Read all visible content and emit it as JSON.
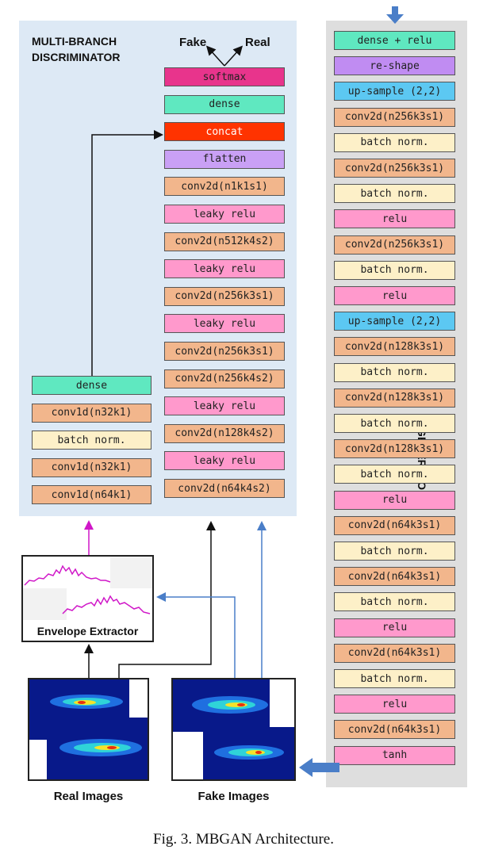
{
  "discriminator": {
    "title": "MULTI-BRANCH\nDISCRIMINATOR",
    "outputs": {
      "fake": "Fake",
      "real": "Real"
    },
    "main_branch": [
      "softmax",
      "dense",
      "concat",
      "flatten",
      "conv2d(n1k1s1)",
      "leaky relu",
      "conv2d(n512k4s2)",
      "leaky relu",
      "conv2d(n256k3s1)",
      "leaky relu",
      "conv2d(n256k3s1)",
      "conv2d(n256k4s2)",
      "leaky relu",
      "conv2d(n128k4s2)",
      "leaky relu",
      "conv2d(n64k4s2)"
    ],
    "side_branch": [
      "dense",
      "conv1d(n32k1)",
      "batch norm.",
      "conv1d(n32k1)",
      "conv1d(n64k1)"
    ]
  },
  "generator": {
    "title": "GENERATOR",
    "layers": [
      "dense + relu",
      "re-shape",
      "up-sample (2,2)",
      "conv2d(n256k3s1)",
      "batch norm.",
      "conv2d(n256k3s1)",
      "batch norm.",
      "relu",
      "conv2d(n256k3s1)",
      "batch norm.",
      "relu",
      "up-sample (2,2)",
      "conv2d(n128k3s1)",
      "batch norm.",
      "conv2d(n128k3s1)",
      "batch norm.",
      "conv2d(n128k3s1)",
      "batch norm.",
      "relu",
      "conv2d(n64k3s1)",
      "batch norm.",
      "conv2d(n64k3s1)",
      "batch norm.",
      "relu",
      "conv2d(n64k3s1)",
      "batch norm.",
      "relu",
      "conv2d(n64k3s1)",
      "tanh"
    ]
  },
  "envelope_extractor": {
    "label": "Envelope Extractor"
  },
  "images": {
    "real_label": "Real Images",
    "fake_label": "Fake Images"
  },
  "caption": "Fig. 3.  MBGAN Architecture.",
  "colors": {
    "softmax": "#e8348c",
    "dense": "#5fe8c0",
    "concat": "#ff3300",
    "flatten": "#c9a0f5",
    "conv": "#f2b68c",
    "leaky": "#ff99cc",
    "batchnorm": "#fdf0c8",
    "relu": "#ff99cc",
    "reshape": "#c08cf2",
    "upsample": "#5cc8f2",
    "tanh": "#ff99cc",
    "disc_bg": "#dde9f5",
    "gen_bg": "#dedede",
    "arrow_black": "#111111",
    "arrow_magenta": "#d017c8",
    "arrow_blue": "#4a7ec8"
  }
}
